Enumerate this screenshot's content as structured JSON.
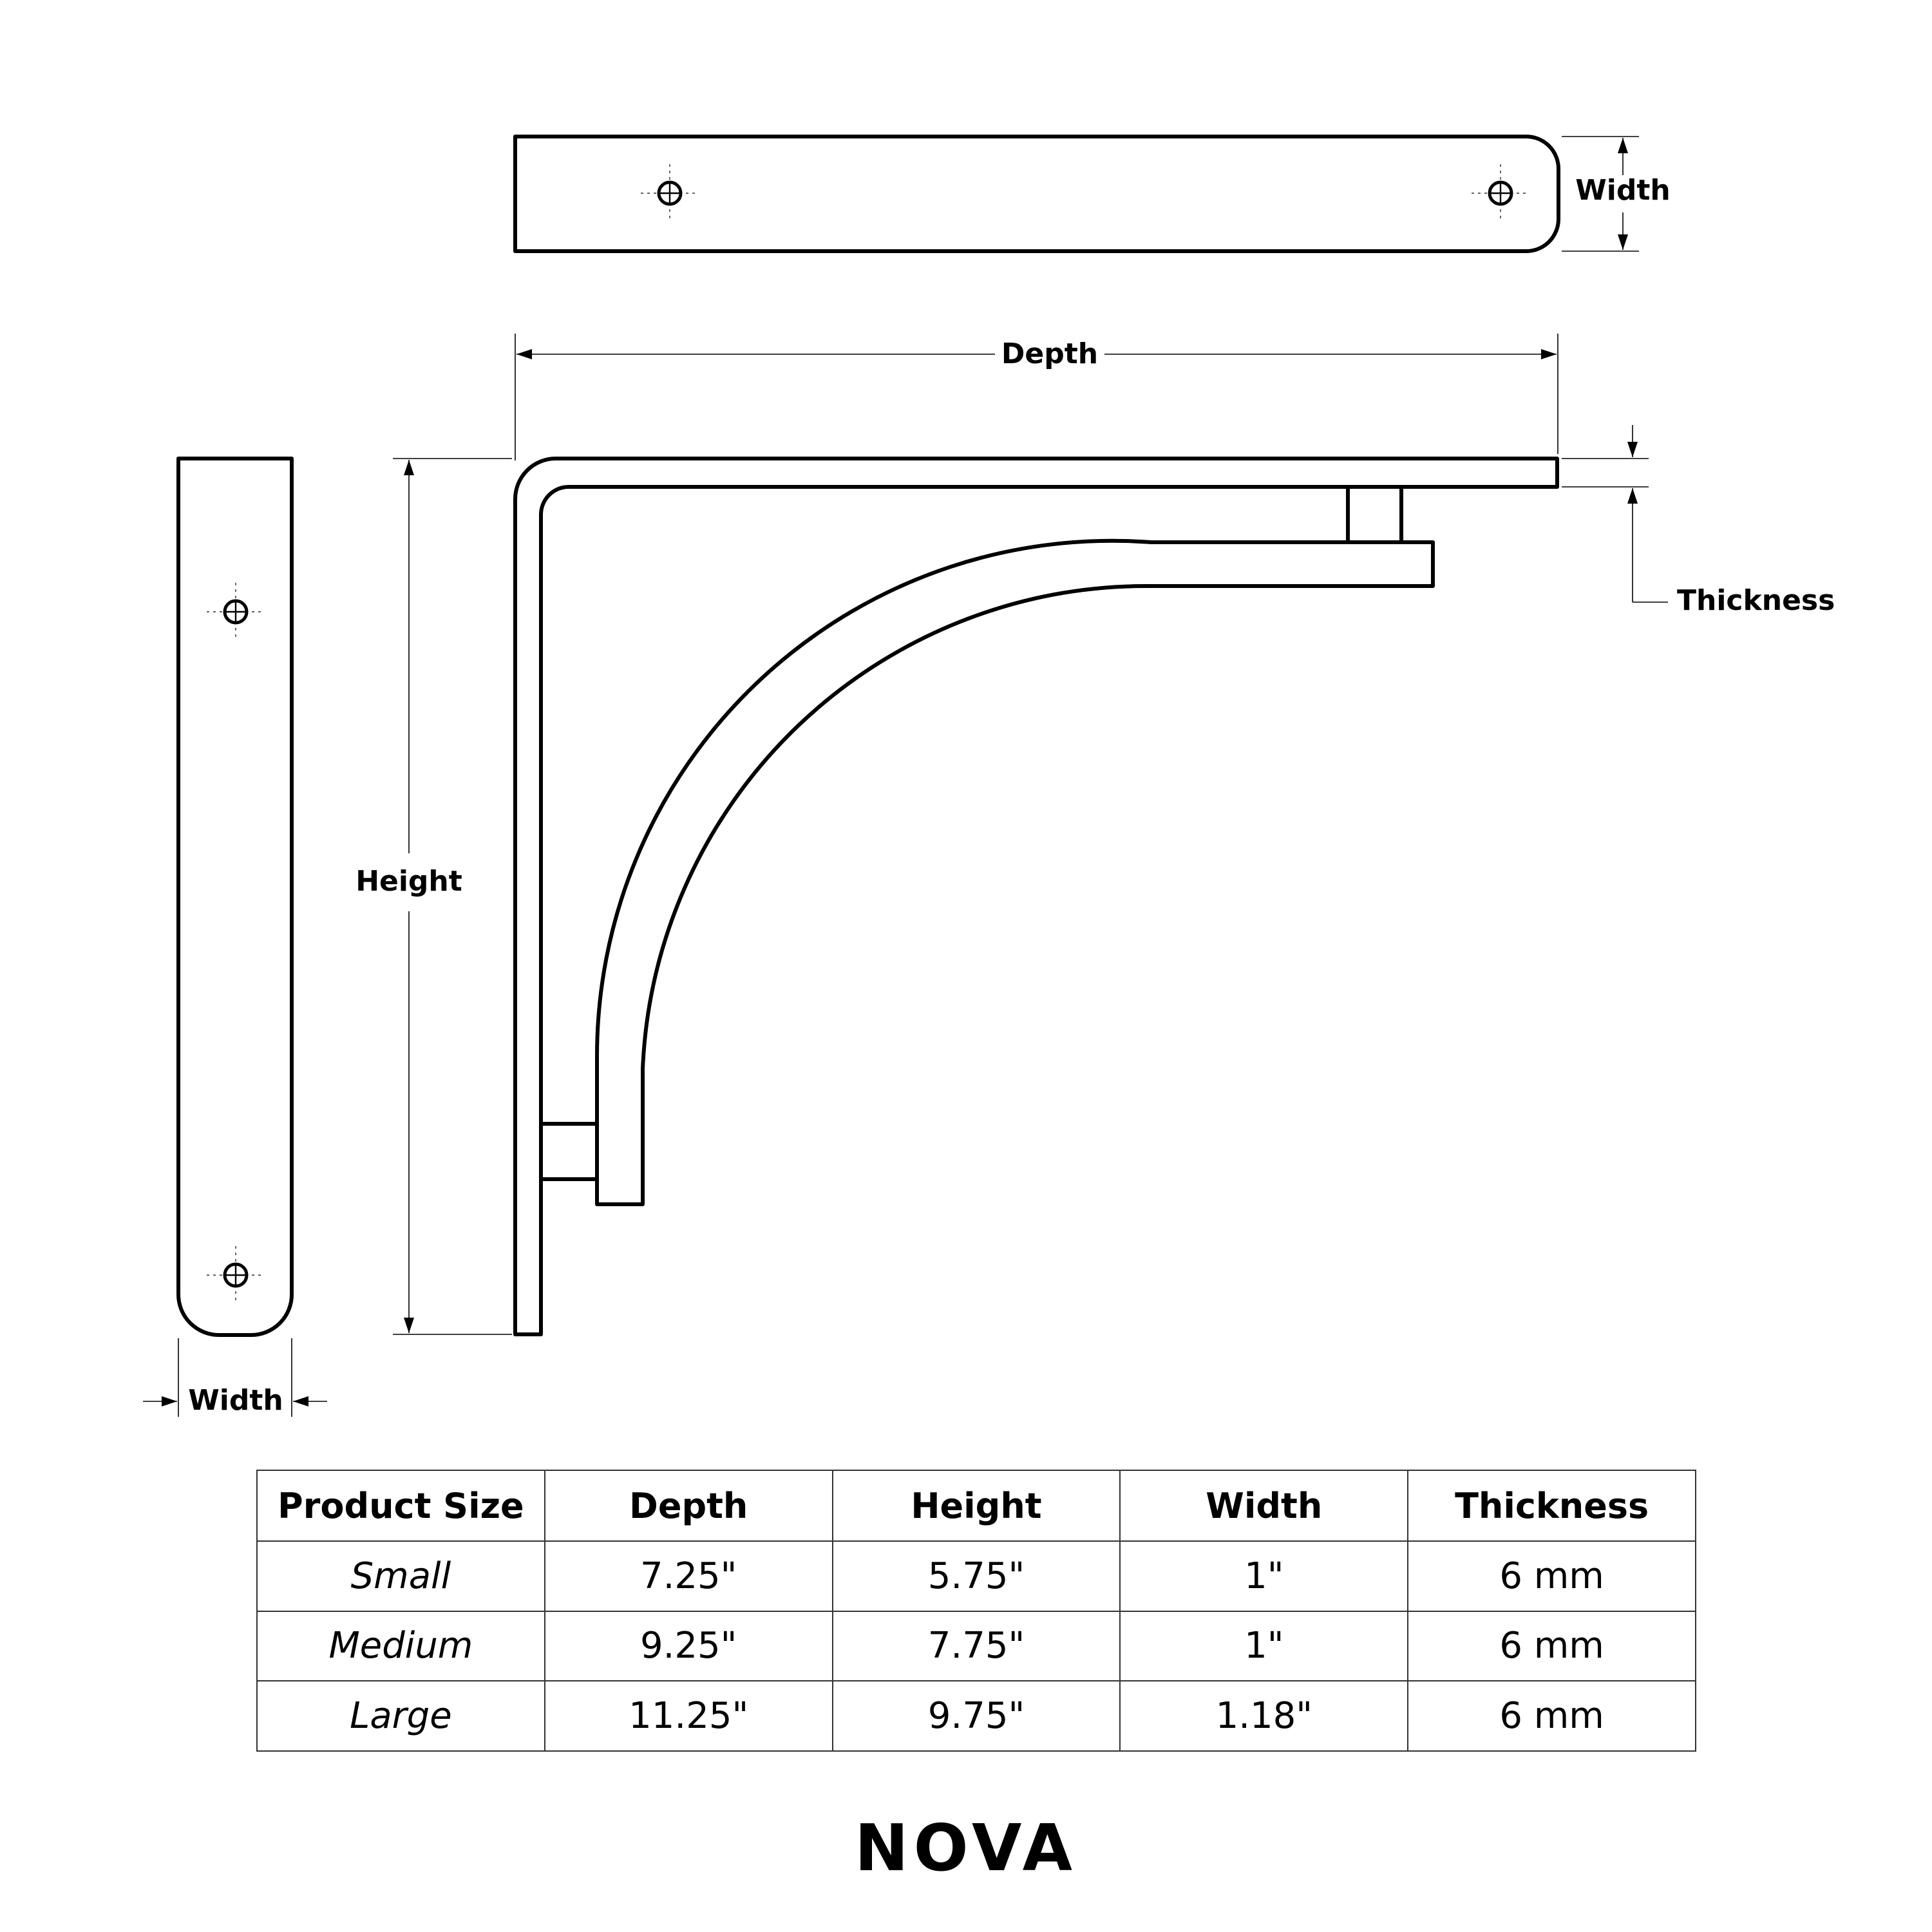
{
  "labels": {
    "top_width": "Width",
    "depth": "Depth",
    "thickness": "Thickness",
    "height": "Height",
    "side_width": "Width"
  },
  "table": {
    "headers": [
      "Product Size",
      "Depth",
      "Height",
      "Width",
      "Thickness"
    ],
    "rows": [
      [
        "Small",
        "7.25\"",
        "5.75\"",
        "1\"",
        "6 mm"
      ],
      [
        "Medium",
        "9.25\"",
        "7.75\"",
        "1\"",
        "6 mm"
      ],
      [
        "Large",
        "11.25\"",
        "9.75\"",
        "1.18\"",
        "6 mm"
      ]
    ]
  },
  "title": "NOVA"
}
